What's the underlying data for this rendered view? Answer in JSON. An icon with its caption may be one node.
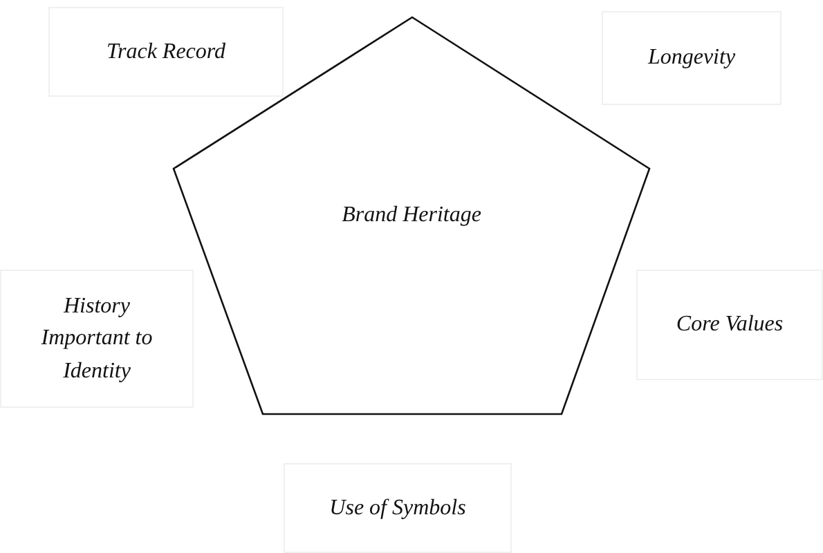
{
  "diagram": {
    "nodes": [
      {
        "text": [
          "Track Record"
        ]
      },
      {
        "text": [
          "Longevity"
        ]
      },
      {
        "text": [
          "Brand Heritage"
        ]
      },
      {
        "text": [
          "History Important to Identity"
        ]
      },
      {
        "text": [
          "Core Values"
        ]
      },
      {
        "text": [
          "Use of Symbols"
        ]
      }
    ],
    "edges": []
  }
}
